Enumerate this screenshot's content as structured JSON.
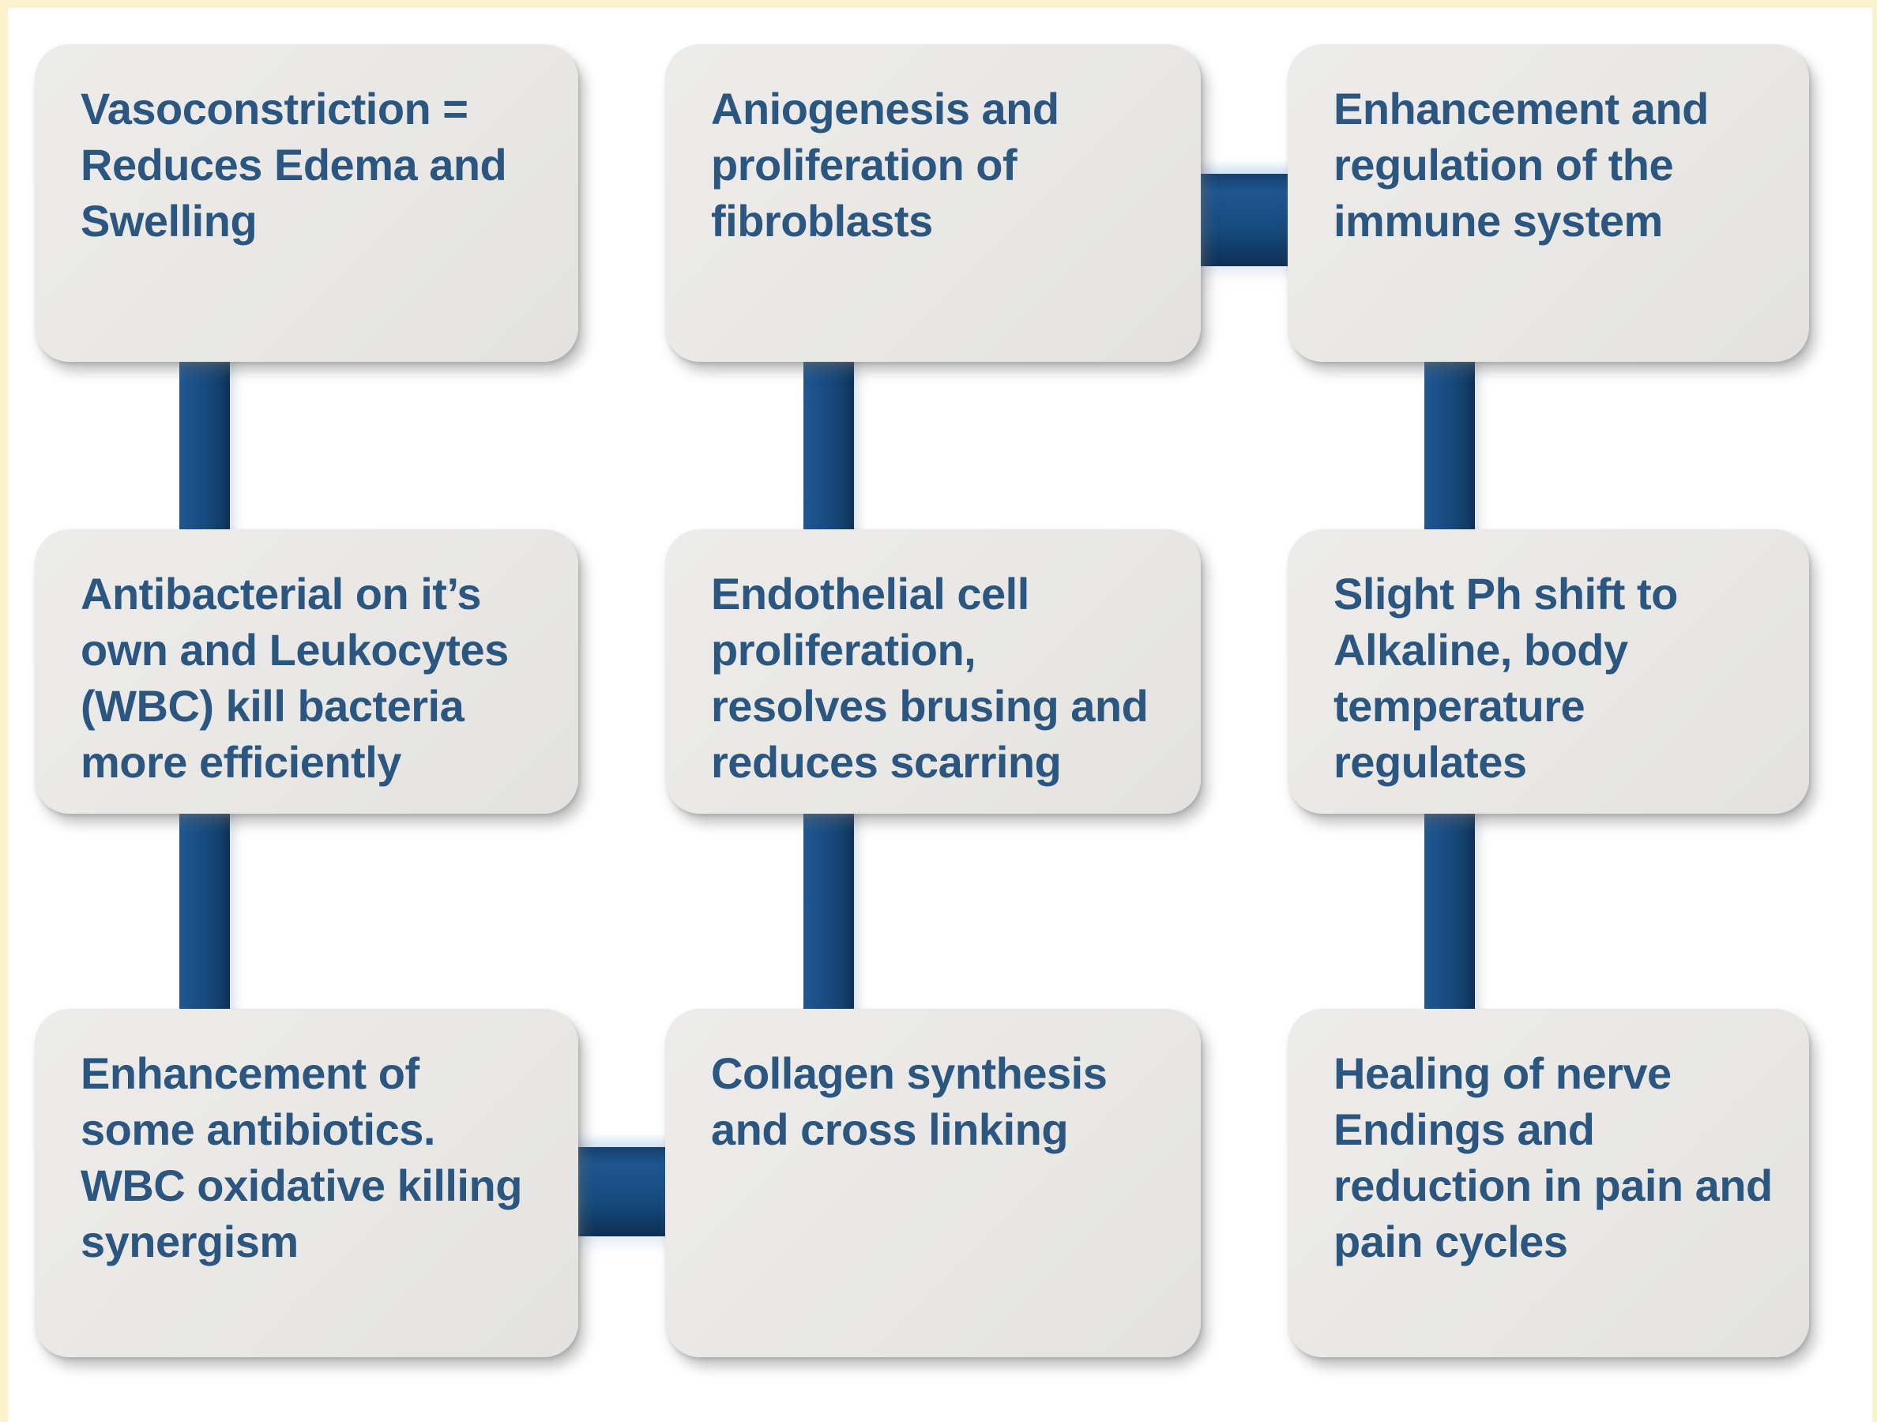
{
  "colors": {
    "background": "#ffffff",
    "frame_border": "#fbf2cd",
    "box_fill": "#e9e8e5",
    "text": "#2b5680",
    "connector": "#164a7d",
    "connector_dark": "#0d3055",
    "connector_light": "#1f5894"
  },
  "boxes": [
    {
      "id": "vasoconstriction",
      "text": "Vasoconstriction =\nReduces Edema and\nSwelling"
    },
    {
      "id": "angiogenesis",
      "text": "Aniogenesis and\nproliferation of\nfibroblasts"
    },
    {
      "id": "immune-system",
      "text": "Enhancement and\nregulation of the\nimmune system"
    },
    {
      "id": "antibacterial",
      "text": "Antibacterial on it’s\nown and Leukocytes\n(WBC) kill bacteria\nmore efficiently"
    },
    {
      "id": "endothelial",
      "text": "Endothelial cell\nproliferation,\nresolves brusing and\nreduces scarring"
    },
    {
      "id": "ph-shift",
      "text": "Slight Ph shift to\nAlkaline, body\ntemperature\nregulates"
    },
    {
      "id": "antibiotics",
      "text": "Enhancement of\nsome antibiotics.\nWBC oxidative killing\nsynergism"
    },
    {
      "id": "collagen",
      "text": "Collagen synthesis\nand cross linking"
    },
    {
      "id": "nerve-healing",
      "text": "Healing of nerve\nEndings and\nreduction in pain and\npain cycles"
    }
  ]
}
